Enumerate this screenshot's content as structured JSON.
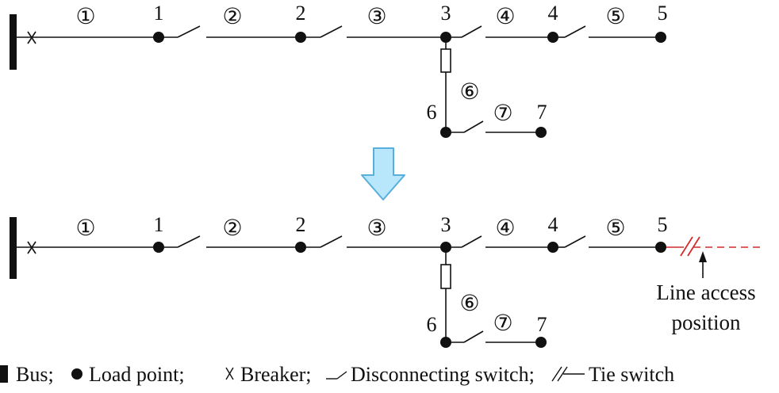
{
  "diagram": {
    "top": {
      "nodes": [
        "1",
        "2",
        "3",
        "4",
        "5",
        "6",
        "7"
      ],
      "sections": [
        "①",
        "②",
        "③",
        "④",
        "⑤",
        "⑥",
        "⑦"
      ]
    },
    "bottom": {
      "nodes": [
        "1",
        "2",
        "3",
        "4",
        "5",
        "6",
        "7"
      ],
      "sections": [
        "①",
        "②",
        "③",
        "④",
        "⑤",
        "⑥",
        "⑦"
      ],
      "annotation": [
        "Line access",
        "position"
      ]
    },
    "legend": {
      "bus": "Bus;",
      "load_point": "Load point;",
      "breaker": "Breaker;",
      "disconnecting_switch": "Disconnecting switch;",
      "tie_switch": "Tie switch"
    }
  },
  "colors": {
    "line": "#111111",
    "arrow_fill": "#b8e6fb",
    "arrow_stroke": "#5aaedb",
    "tie": "#d42a2a"
  }
}
